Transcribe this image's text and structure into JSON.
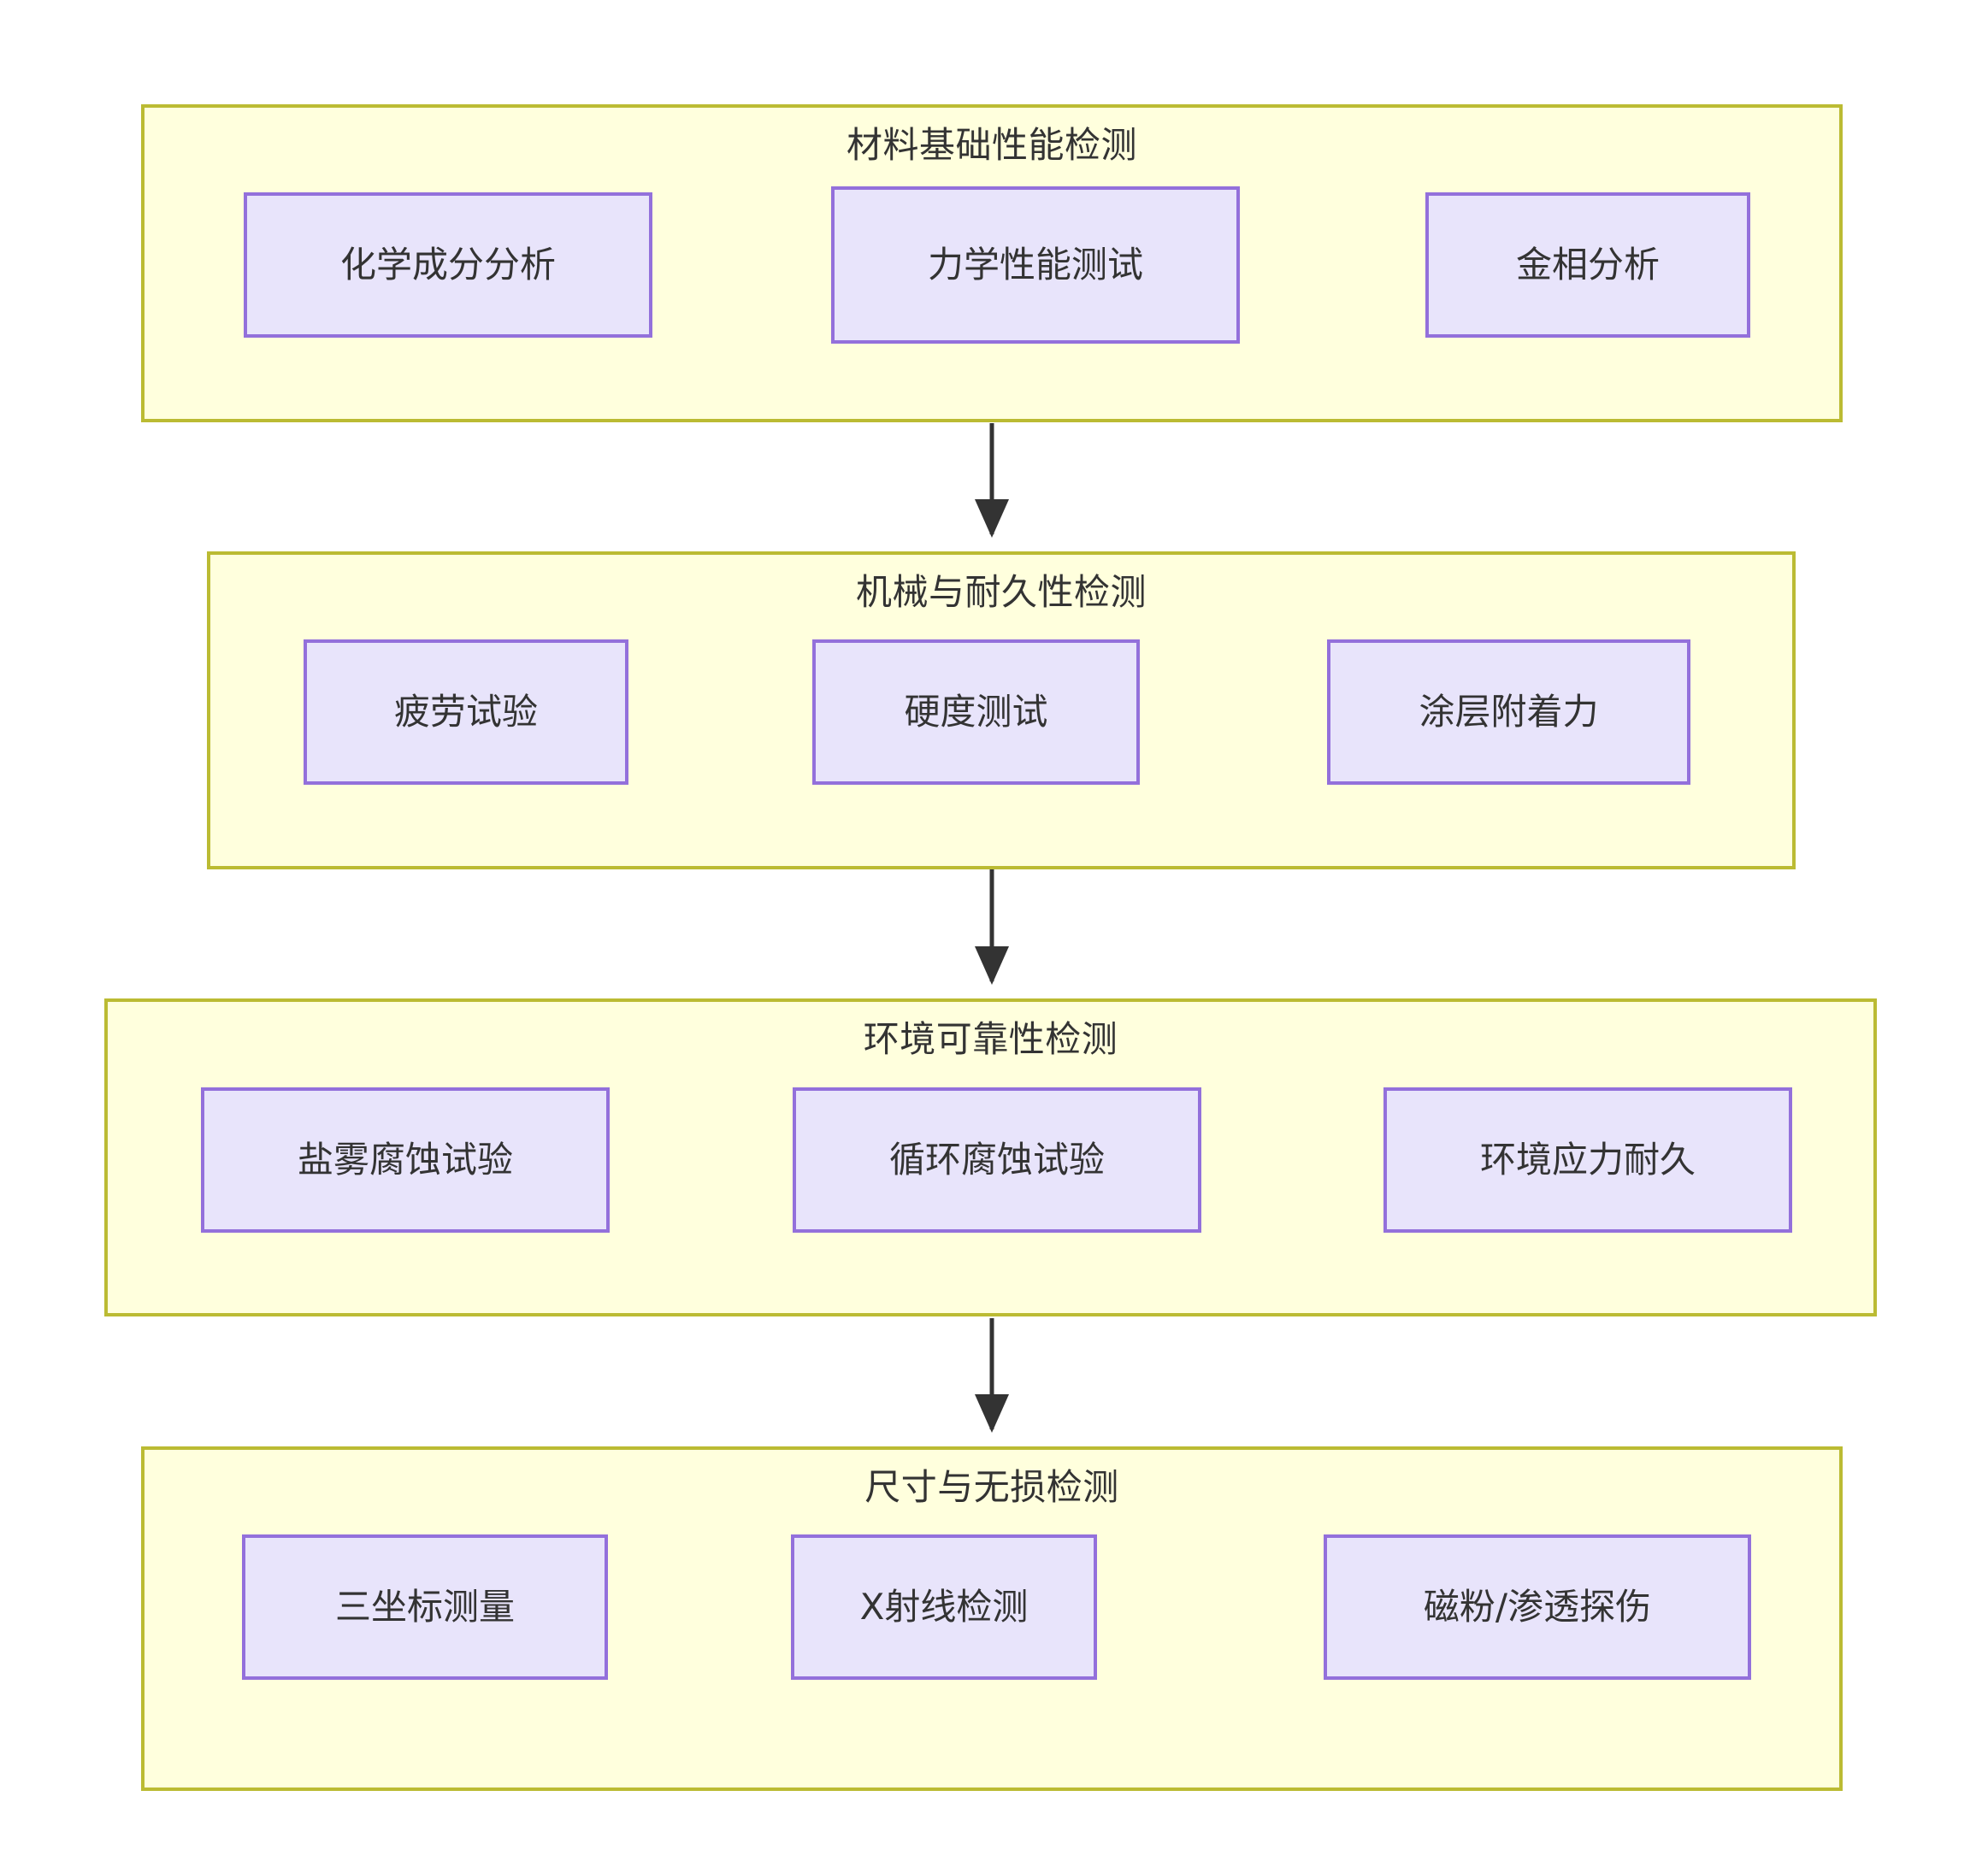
{
  "diagram": {
    "type": "flowchart",
    "direction": "top-to-bottom",
    "theme": {
      "subgraph_fill": "#ffffdd",
      "subgraph_border": "#bbbb33",
      "node_fill": "#e8e4fb",
      "node_border": "#9370db",
      "text_color": "#333333",
      "edge_color": "#333333"
    },
    "groups": [
      {
        "id": "group1",
        "title": "材料基础性能检测",
        "nodes": [
          {
            "id": "n1",
            "label": "化学成分分析"
          },
          {
            "id": "n2",
            "label": "力学性能测试"
          },
          {
            "id": "n3",
            "label": "金相分析"
          }
        ],
        "edges": [
          {
            "from": "n1",
            "to": "n2"
          },
          {
            "from": "n2",
            "to": "n3"
          }
        ]
      },
      {
        "id": "group2",
        "title": "机械与耐久性检测",
        "nodes": [
          {
            "id": "n4",
            "label": "疲劳试验"
          },
          {
            "id": "n5",
            "label": "硬度测试"
          },
          {
            "id": "n6",
            "label": "涂层附着力"
          }
        ],
        "edges": [
          {
            "from": "n4",
            "to": "n5"
          },
          {
            "from": "n5",
            "to": "n6"
          }
        ]
      },
      {
        "id": "group3",
        "title": "环境可靠性检测",
        "nodes": [
          {
            "id": "n7",
            "label": "盐雾腐蚀试验"
          },
          {
            "id": "n8",
            "label": "循环腐蚀试验"
          },
          {
            "id": "n9",
            "label": "环境应力耐久"
          }
        ],
        "edges": [
          {
            "from": "n7",
            "to": "n8"
          },
          {
            "from": "n8",
            "to": "n9"
          }
        ]
      },
      {
        "id": "group4",
        "title": "尺寸与无损检测",
        "nodes": [
          {
            "id": "n10",
            "label": "三坐标测量"
          },
          {
            "id": "n11",
            "label": "X射线检测"
          },
          {
            "id": "n12",
            "label": "磁粉/渗透探伤"
          }
        ],
        "edges": [
          {
            "from": "n10",
            "to": "n11"
          },
          {
            "from": "n11",
            "to": "n12"
          }
        ]
      }
    ],
    "group_edges": [
      {
        "from": "group1",
        "to": "group2"
      },
      {
        "from": "group2",
        "to": "group3"
      },
      {
        "from": "group3",
        "to": "group4"
      }
    ]
  }
}
